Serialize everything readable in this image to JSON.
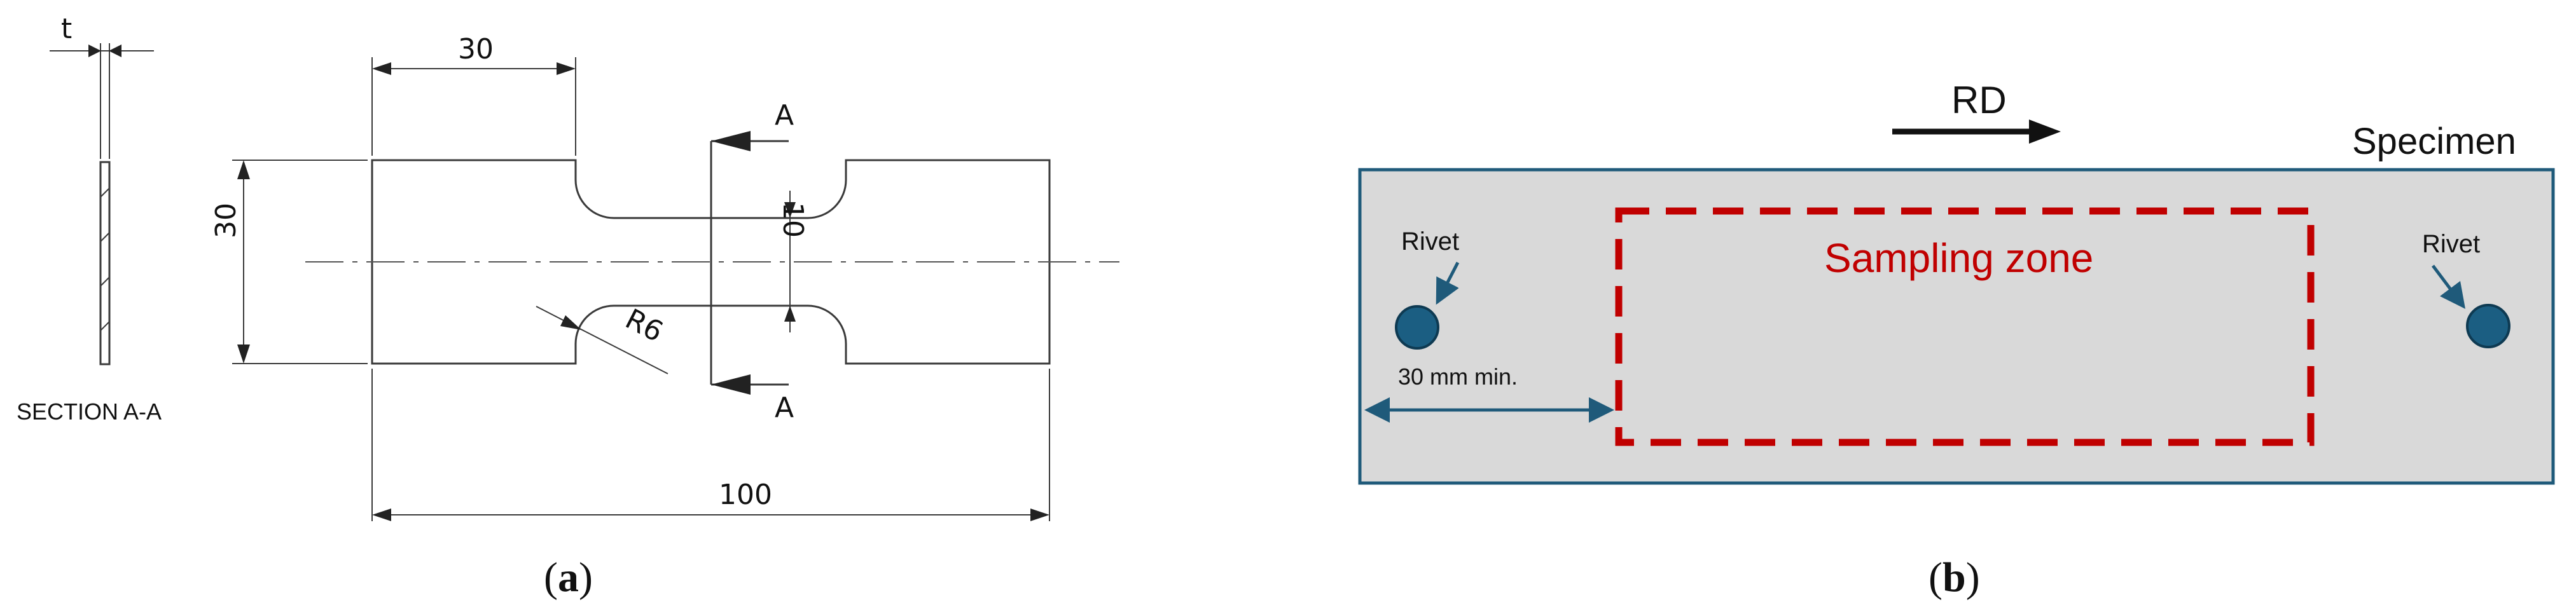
{
  "panel_a": {
    "thickness_symbol": "t",
    "section_label": "SECTION A-A",
    "dim_grip_length": "30",
    "dim_grip_width": "30",
    "dim_gauge_width": "10",
    "dim_radius": "R6",
    "dim_total_length": "100",
    "section_marker": "A",
    "caption": {
      "open": "(",
      "letter": "a",
      "close": ")"
    }
  },
  "panel_b": {
    "direction_label": "RD",
    "specimen_label": "Specimen",
    "rivet_left_label": "Rivet",
    "rivet_right_label": "Rivet",
    "zone_label": "Sampling zone",
    "distance_label": "30 mm min.",
    "caption": {
      "open": "(",
      "letter": "b",
      "close": ")"
    }
  },
  "colors": {
    "specimen_fill": "#d9d9d9",
    "specimen_border": "#1f5a7a",
    "zone_border": "#c00000",
    "zone_text": "#c00000",
    "rivet_fill": "#1b5e82",
    "arrow_blue": "#1f5a7a",
    "line_dark": "#3a3a3a"
  }
}
